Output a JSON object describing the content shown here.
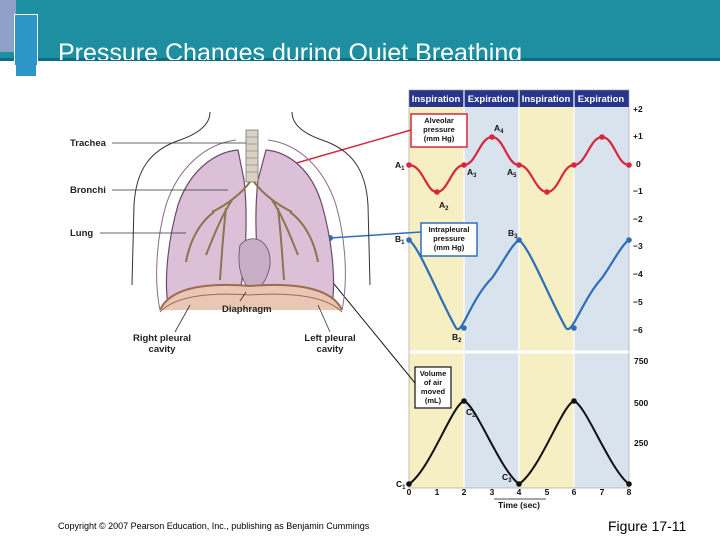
{
  "slide": {
    "title": "Pressure Changes during Quiet Breathing",
    "copyright": "Copyright © 2007 Pearson Education, Inc., publishing as Benjamin Cummings",
    "figure_label": "Figure 17-11"
  },
  "anatomy": {
    "trachea": "Trachea",
    "bronchi": "Bronchi",
    "lung": "Lung",
    "diaphragm": "Diaphragm",
    "right_pleural_1": "Right pleural",
    "right_pleural_2": "cavity",
    "left_pleural_1": "Left pleural",
    "left_pleural_2": "cavity"
  },
  "graph": {
    "phases": [
      "Inspiration",
      "Expiration",
      "Inspiration",
      "Expiration"
    ],
    "alveolar_box": [
      "Alveolar",
      "pressure",
      "(mm Hg)"
    ],
    "intrapleural_box": [
      "Intrapleural",
      "pressure",
      "(mm Hg)"
    ],
    "volume_box": [
      "Volume",
      "of air",
      "moved",
      "(mL)"
    ],
    "pressure_ticks": [
      "+2",
      "+1",
      "0",
      "−1",
      "−2",
      "−3",
      "−4",
      "−5",
      "−6"
    ],
    "volume_ticks": [
      "750",
      "500",
      "250"
    ],
    "time_ticks": [
      "0",
      "1",
      "2",
      "3",
      "4",
      "5",
      "6",
      "7",
      "8"
    ],
    "time_axis_label": "Time (sec)",
    "points": {
      "A1": "A",
      "A1s": "1",
      "A2": "A",
      "A2s": "2",
      "A3": "A",
      "A3s": "3",
      "A4": "A",
      "A4s": "4",
      "A5": "A",
      "A5s": "5",
      "B1": "B",
      "B1s": "1",
      "B2": "B",
      "B2s": "2",
      "B3": "B",
      "B3s": "3",
      "C1": "C",
      "C1s": "1",
      "C2": "C",
      "C2s": "2",
      "C3": "C",
      "C3s": "3"
    }
  },
  "chart_data": {
    "type": "line",
    "x": [
      0,
      1,
      2,
      3,
      4,
      5,
      6,
      7,
      8
    ],
    "xlabel": "Time (sec)",
    "series": [
      {
        "name": "Alveolar pressure (mm Hg)",
        "values": [
          0,
          -1,
          0,
          1,
          0,
          -1,
          0,
          1,
          0
        ]
      },
      {
        "name": "Intrapleural pressure (mm Hg)",
        "values": [
          -3,
          -4.7,
          -6,
          -4.4,
          -3,
          -4.7,
          -6,
          -4.4,
          -3
        ]
      },
      {
        "name": "Volume of air moved (mL)",
        "values": [
          0,
          250,
          500,
          250,
          0,
          250,
          500,
          250,
          0
        ]
      }
    ],
    "pressure_ylim": [
      -6,
      2
    ],
    "volume_ylim": [
      0,
      750
    ],
    "colors": {
      "alveolar": "#d7263d",
      "intrapleural": "#2d6fb7",
      "volume": "#111111",
      "inspiration": "#f7efc4",
      "expiration": "#d9e3ee"
    }
  }
}
